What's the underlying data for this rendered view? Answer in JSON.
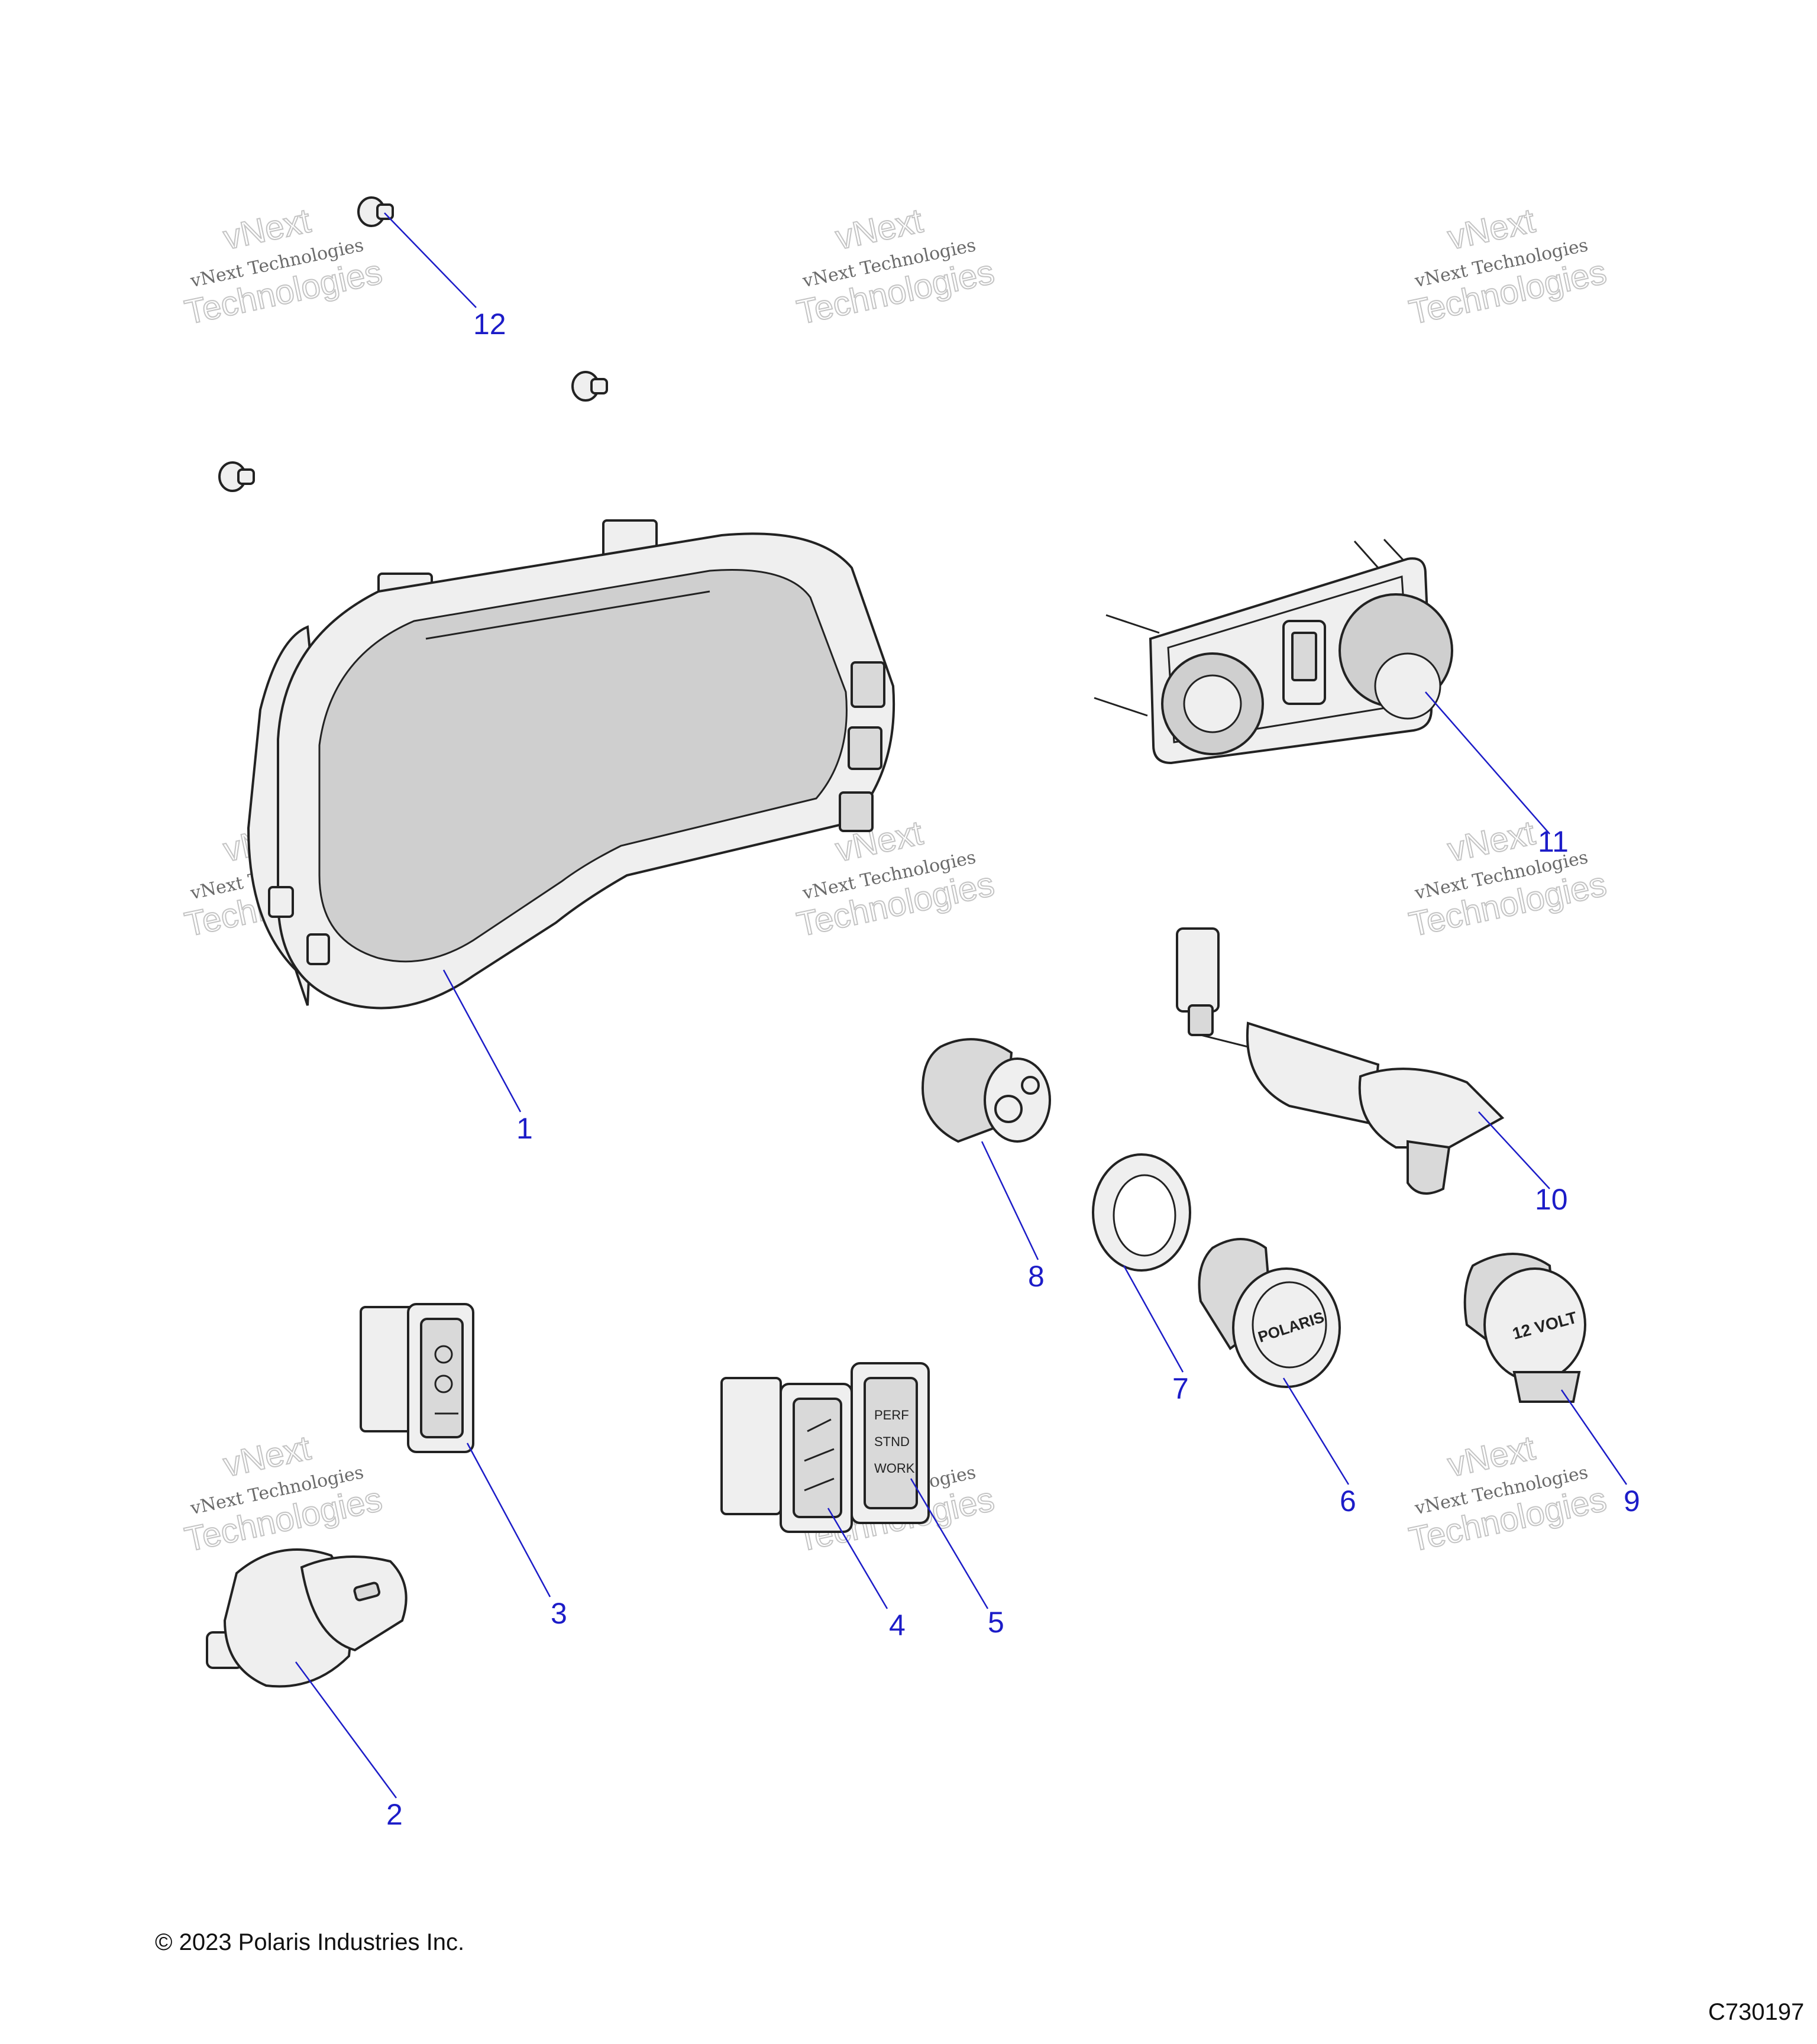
{
  "diagram": {
    "callouts": [
      "1",
      "2",
      "3",
      "4",
      "5",
      "6",
      "7",
      "8",
      "9",
      "10",
      "11",
      "12"
    ],
    "watermark": {
      "line1": "vNext",
      "line2": "vNext Technologies",
      "line3": "Technologies"
    },
    "switch_4_labels": [],
    "switch_5_labels": [
      "PERF",
      "STND",
      "WORK"
    ],
    "part6_label": "POLARIS",
    "part9_label": "12 VOLT"
  },
  "footer": {
    "copyright": "© 2023 Polaris Industries Inc.",
    "figure_code": "C730197"
  }
}
